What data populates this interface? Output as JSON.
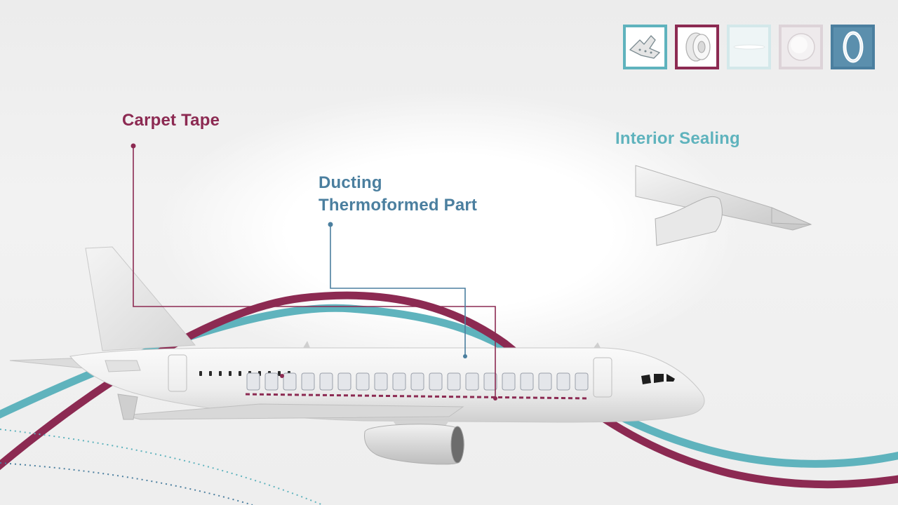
{
  "labels": {
    "carpet_tape": "Carpet Tape",
    "ducting_line1": "Ducting",
    "ducting_line2": "Thermoformed Part",
    "interior_sealing": "Interior Sealing"
  },
  "colors": {
    "carpet": "#8c2a52",
    "ducting": "#4b7f9f",
    "sealing": "#5fb3bd"
  },
  "toolbar": {
    "tiles": [
      {
        "icon": "aircraft-part-icon",
        "state": "active"
      },
      {
        "icon": "tape-roll-icon",
        "state": "active"
      },
      {
        "icon": "thin-film-icon",
        "state": "dimmed"
      },
      {
        "icon": "disc-icon",
        "state": "dimmed"
      },
      {
        "icon": "o-ring-icon",
        "state": "active"
      }
    ]
  }
}
